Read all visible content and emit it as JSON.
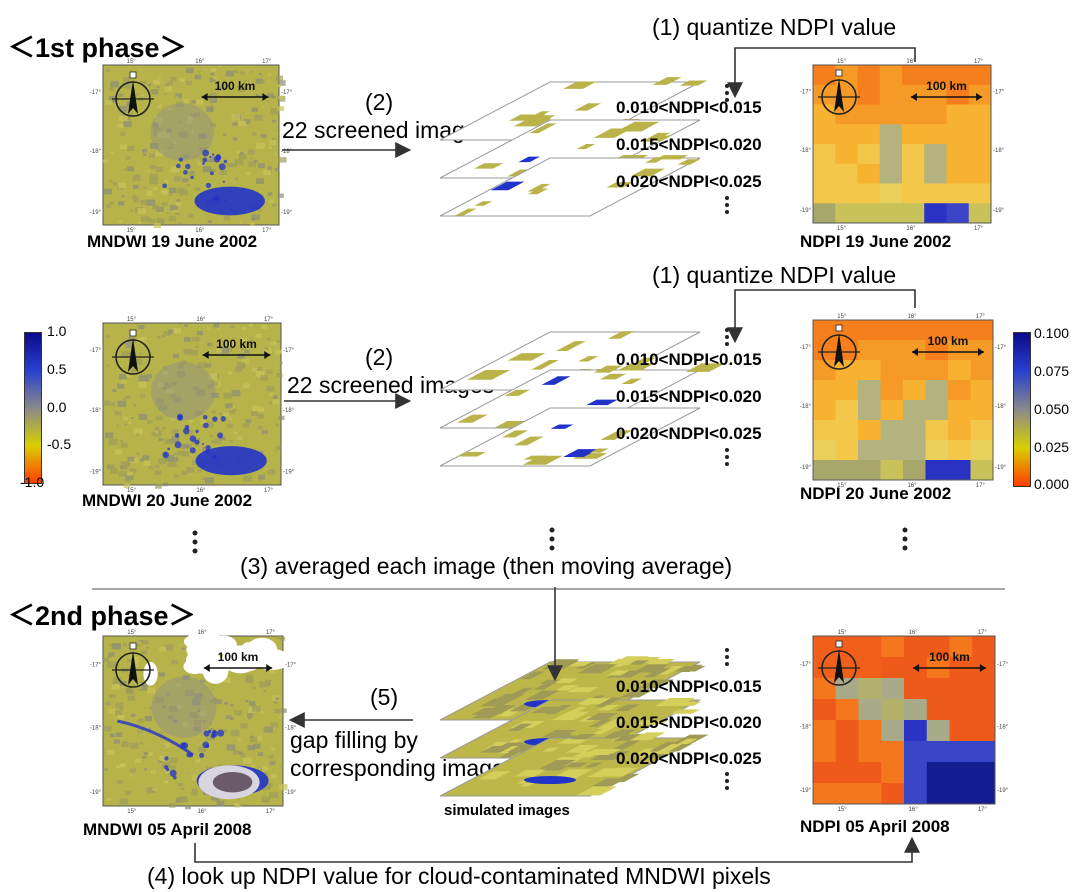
{
  "phase1": {
    "title": "＜1st phase＞"
  },
  "phase2": {
    "title": "＜2nd phase＞"
  },
  "step1a": "(1) quantize NDPI value",
  "step1b": "(1) quantize NDPI value",
  "step2": {
    "num": "(2)",
    "text": "22 screened images"
  },
  "step3": "(3) averaged each image (then moving average)",
  "step4": "(4) look up NDPI value for cloud-contaminated MNDWI pixels",
  "step5": {
    "num": "(5)",
    "line1": "gap filling by",
    "line2": "corresponding image"
  },
  "ranges": [
    "0.010<NDPI<0.015",
    "0.015<NDPI<0.020",
    "0.020<NDPI<0.025"
  ],
  "scale": "100 km",
  "simulated": "simulated images",
  "captions": {
    "mndwi1": "MNDWI 19 June 2002",
    "ndpi1": "NDPI 19 June 2002",
    "mndwi2": "MNDWI 20 June 2002",
    "ndpi2": "NDPI 20 June 2002",
    "mndwi3": "MNDWI 05 April 2008",
    "ndpi3": "NDPI 05 April 2008"
  },
  "map_ticks": {
    "lon": [
      "15°",
      "16°",
      "17°"
    ],
    "lat": [
      "-17°",
      "-18°",
      "-19°"
    ]
  },
  "colorbar_left": {
    "ticks": [
      "1.0",
      "0.5",
      "0.0",
      "-0.5",
      "-1.0"
    ],
    "colors": [
      "#0b0b8a",
      "#2a3fd0",
      "#8a8a8a",
      "#d9cf00",
      "#ff3c00"
    ]
  },
  "colorbar_right": {
    "ticks": [
      "0.100",
      "0.075",
      "0.050",
      "0.025",
      "0.000"
    ],
    "colors": [
      "#0b0b8a",
      "#2a3fd0",
      "#8a8a8a",
      "#d9cf00",
      "#ff3c00"
    ]
  },
  "colors": {
    "mndwi_land": "#b6b34a",
    "water": "#2233c8",
    "ndpi_high": "#f47a1a",
    "ndpi_mid": "#f0c43a",
    "cloud": "#ffffff"
  }
}
